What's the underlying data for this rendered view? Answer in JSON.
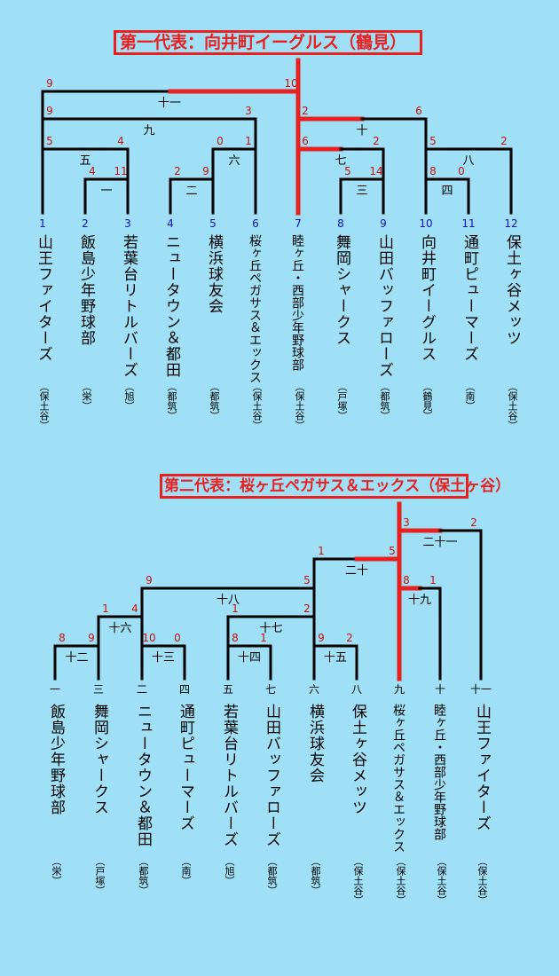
{
  "section1": {
    "title": "第一代表：向井町イーグルス（鶴見）",
    "teams": [
      {
        "num": "1",
        "name": "山王ファイターズ",
        "area": "（保土谷）"
      },
      {
        "num": "2",
        "name": "飯島少年野球部",
        "area": "（栄）"
      },
      {
        "num": "3",
        "name": "若葉台リトルバーズ",
        "area": "（旭）"
      },
      {
        "num": "4",
        "name": "ニュータウン＆都田",
        "area": "（都筑）"
      },
      {
        "num": "5",
        "name": "横浜球友会",
        "area": "（都筑）"
      },
      {
        "num": "6",
        "name": "桜ヶ丘ペガサス＆エックス",
        "area": "（保土谷）"
      },
      {
        "num": "7",
        "name": "睦ヶ丘・西部少年野球部",
        "area": "（保土谷）"
      },
      {
        "num": "8",
        "name": "舞岡シャークス",
        "area": "（戸塚）"
      },
      {
        "num": "9",
        "name": "山田バッファローズ",
        "area": "（都筑）"
      },
      {
        "num": "10",
        "name": "向井町イーグルス",
        "area": "（鶴見）"
      },
      {
        "num": "11",
        "name": "通町ピューマーズ",
        "area": "（南）"
      },
      {
        "num": "12",
        "name": "保土ヶ谷メッツ",
        "area": "（保土谷）"
      }
    ],
    "matches": [
      {
        "label": "一",
        "left_score": "4",
        "right_score": "11"
      },
      {
        "label": "二",
        "left_score": "2",
        "right_score": "9"
      },
      {
        "label": "三",
        "left_score": "5",
        "right_score": "14"
      },
      {
        "label": "四",
        "left_score": "8",
        "right_score": "0"
      },
      {
        "label": "五",
        "left_score": "5",
        "right_score": "4"
      },
      {
        "label": "六",
        "left_score": "0",
        "right_score": "1"
      },
      {
        "label": "七",
        "left_score": "6",
        "right_score": "2"
      },
      {
        "label": "八",
        "left_score": "5",
        "right_score": "2"
      },
      {
        "label": "九",
        "left_score": "9",
        "right_score": "3"
      },
      {
        "label": "十",
        "left_score": "2",
        "right_score": "6"
      },
      {
        "label": "十一",
        "left_score": "9",
        "right_score": "10"
      }
    ]
  },
  "section2": {
    "title": "第二代表：桜ヶ丘ペガサス＆エックス（保土ヶ谷）",
    "teams": [
      {
        "num": "一",
        "name": "飯島少年野球部",
        "area": "（栄）"
      },
      {
        "num": "三",
        "name": "舞岡シャークス",
        "area": "（戸塚）"
      },
      {
        "num": "二",
        "name": "ニュータウン＆都田",
        "area": "（都筑）"
      },
      {
        "num": "四",
        "name": "通町ピューマーズ",
        "area": "（南）"
      },
      {
        "num": "五",
        "name": "若葉台リトルバーズ",
        "area": "（旭）"
      },
      {
        "num": "七",
        "name": "山田バッファローズ",
        "area": "（都筑）"
      },
      {
        "num": "六",
        "name": "横浜球友会",
        "area": "（都筑）"
      },
      {
        "num": "八",
        "name": "保土ヶ谷メッツ",
        "area": "（保土谷）"
      },
      {
        "num": "九",
        "name": "桜ヶ丘ペガサス＆エックス",
        "area": "（保土谷）"
      },
      {
        "num": "十",
        "name": "睦ヶ丘・西部少年野球部",
        "area": "（保土谷）"
      },
      {
        "num": "十一",
        "name": "山王ファイターズ",
        "area": "（保土谷）"
      }
    ],
    "matches": [
      {
        "label": "十二",
        "left_score": "8",
        "right_score": "9"
      },
      {
        "label": "十三",
        "left_score": "10",
        "right_score": "0"
      },
      {
        "label": "十四",
        "left_score": "8",
        "right_score": "1"
      },
      {
        "label": "十五",
        "left_score": "9",
        "right_score": "2"
      },
      {
        "label": "十六",
        "left_score": "1",
        "right_score": "4"
      },
      {
        "label": "十七",
        "left_score": "1",
        "right_score": "2"
      },
      {
        "label": "十八",
        "left_score": "9",
        "right_score": "5"
      },
      {
        "label": "十九",
        "left_score": "8",
        "right_score": "1"
      },
      {
        "label": "二十",
        "left_score": "1",
        "right_score": "5"
      },
      {
        "label": "二十一",
        "left_score": "3",
        "right_score": "2"
      }
    ]
  },
  "colors": {
    "background": "#9fe0f6",
    "winner_line": "#e82020",
    "loser_line": "#000000",
    "score_text": "#cc1010",
    "seed_number": "#1010cc"
  }
}
